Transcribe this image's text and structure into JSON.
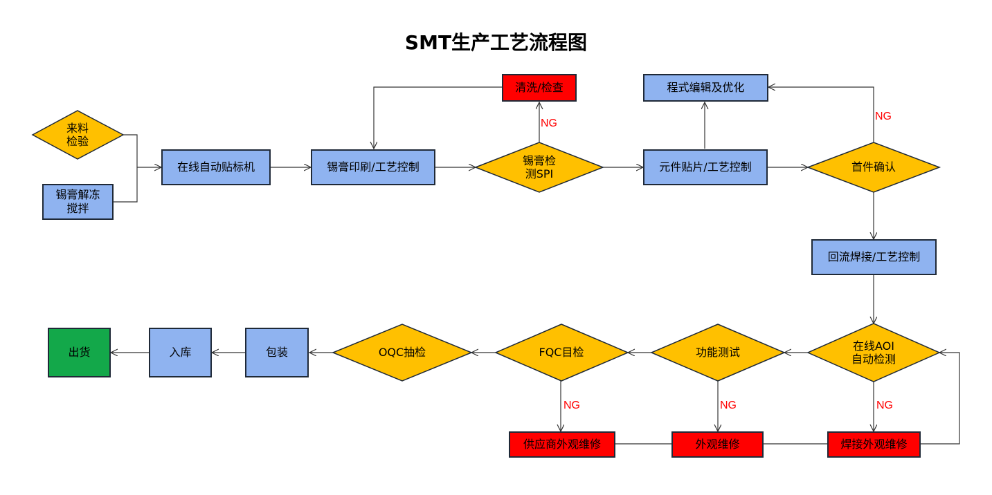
{
  "title": "SMT生产工艺流程图",
  "nodes": {
    "incoming": "来料\n检验",
    "thaw": "锡膏解冻\n搅拌",
    "labeler": "在线自动贴标机",
    "print": "锡膏印刷/工艺控制",
    "spi": "锡膏检\n测SPI",
    "clean": "清洗/检查",
    "placement": "元件贴片/工艺控制",
    "program": "程式编辑及优化",
    "first_check": "首件确认",
    "reflow": "回流焊接/工艺控制",
    "aoi": "在线AOI\n自动检测",
    "func_test": "功能测试",
    "fqc": "FQC目检",
    "oqc": "OQC抽检",
    "pack": "包装",
    "store": "入库",
    "ship": "出货",
    "weld_repair": "焊接外观维修",
    "visual_repair": "外观维修",
    "supplier_repair": "供应商外观维修"
  },
  "labels": {
    "ng": "NG"
  },
  "colors": {
    "process": "#8fb3f0",
    "decision": "#ffc000",
    "error": "#ff0000",
    "end": "#13a84a"
  }
}
